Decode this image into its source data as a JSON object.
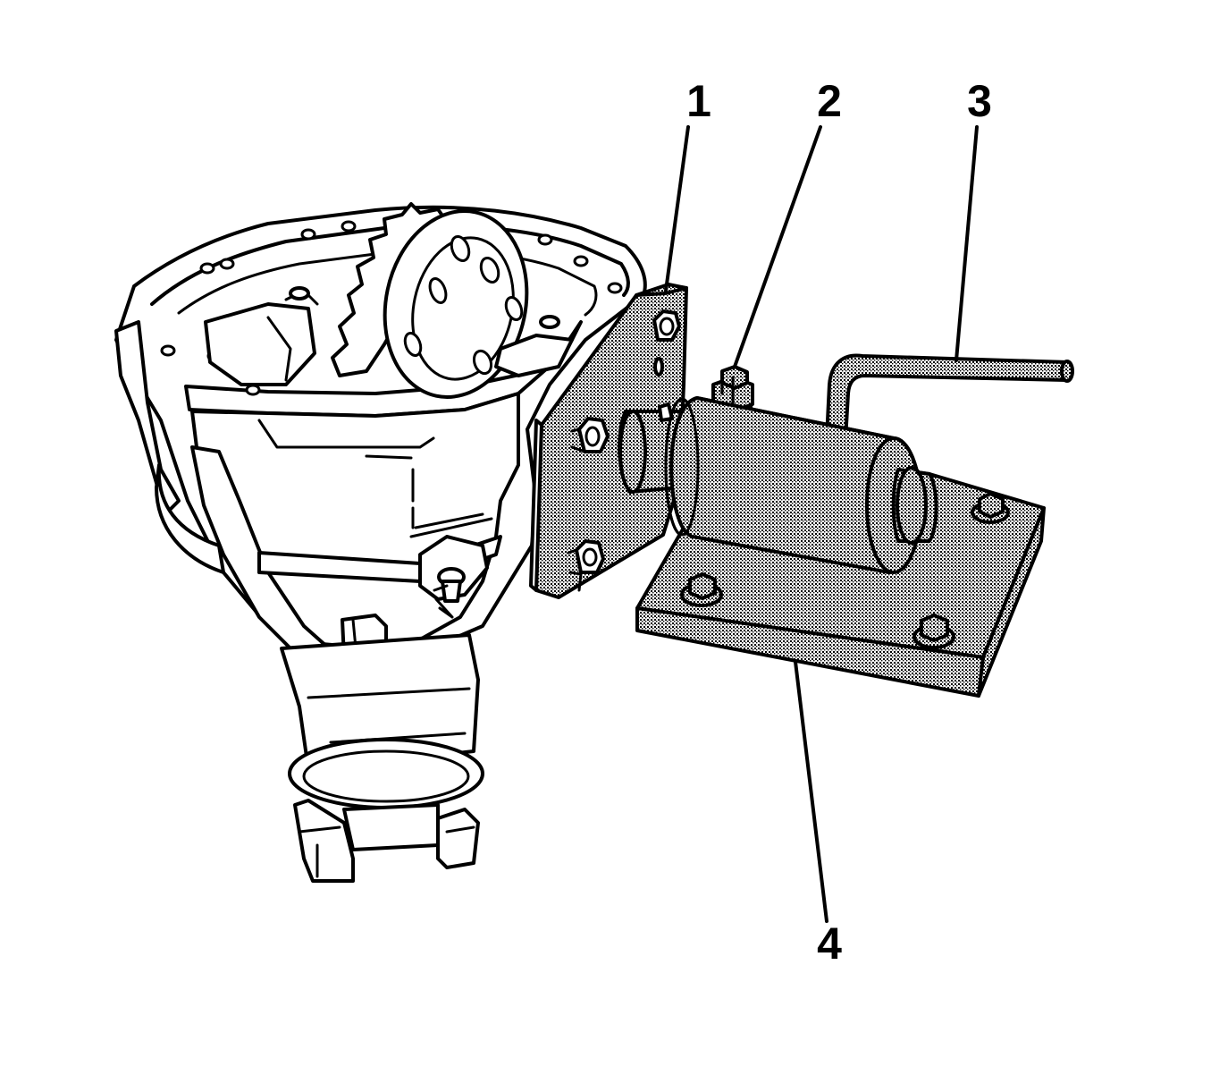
{
  "figure": {
    "callouts": [
      {
        "id": "1",
        "label": "1"
      },
      {
        "id": "2",
        "label": "2"
      },
      {
        "id": "3",
        "label": "3"
      },
      {
        "id": "4",
        "label": "4"
      }
    ]
  },
  "colors": {
    "line": "#000000",
    "background": "#ffffff",
    "stipple_fill": "#9a9a9a"
  }
}
